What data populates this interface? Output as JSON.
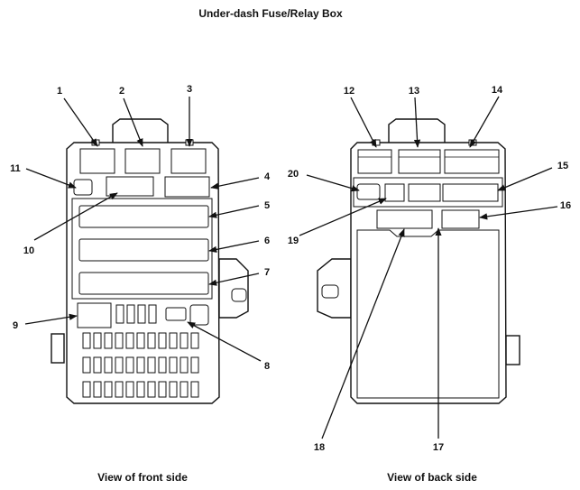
{
  "title": "Under-dash Fuse/Relay Box",
  "captions": {
    "front": "View of front side",
    "back": "View of back side"
  },
  "callouts": {
    "c1": "1",
    "c2": "2",
    "c3": "3",
    "c4": "4",
    "c5": "5",
    "c6": "6",
    "c7": "7",
    "c8": "8",
    "c9": "9",
    "c10": "10",
    "c11": "11",
    "c12": "12",
    "c13": "13",
    "c14": "14",
    "c15": "15",
    "c16": "16",
    "c17": "17",
    "c18": "18",
    "c19": "19",
    "c20": "20"
  }
}
